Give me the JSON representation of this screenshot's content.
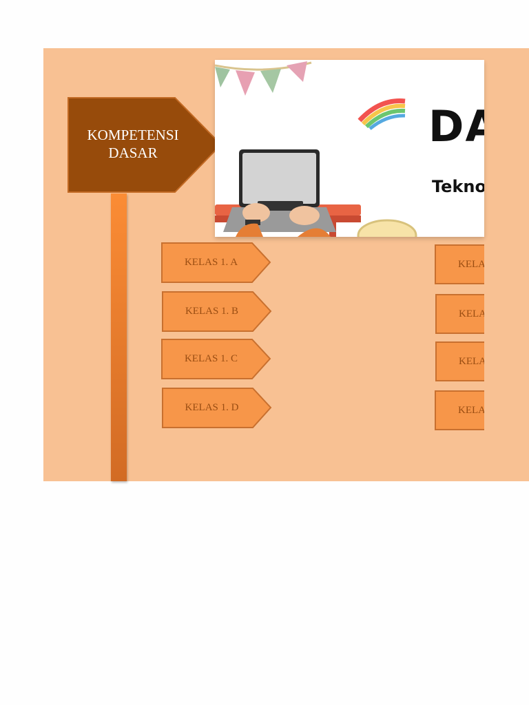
{
  "sign": {
    "line1": "KOMPETENSI",
    "line2": "DASAR"
  },
  "banner": {
    "title": "DA",
    "subtitle": "Teknol"
  },
  "classes_left": [
    {
      "label": "KELAS 1. A"
    },
    {
      "label": "KELAS 1. B"
    },
    {
      "label": "KELAS 1. C"
    },
    {
      "label": "KELAS 1. D"
    }
  ],
  "classes_right": [
    {
      "label": "KELA"
    },
    {
      "label": "KELA"
    },
    {
      "label": "KELA"
    },
    {
      "label": "KELA"
    }
  ],
  "colors": {
    "panel": "#f8c193",
    "sign": "#974b0b",
    "button": "#f79649",
    "button_border": "#c8702f",
    "pole": "#e97a2c"
  }
}
